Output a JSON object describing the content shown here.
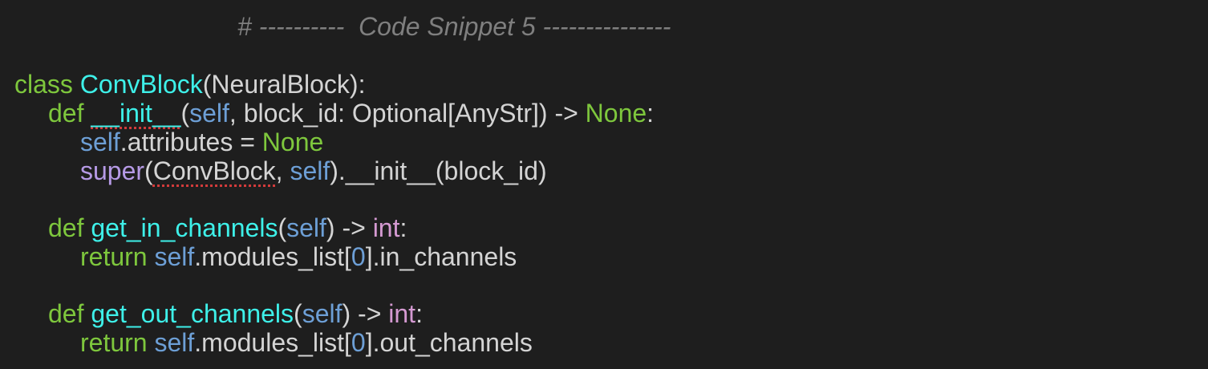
{
  "editor": {
    "comment": "# ----------  Code Snippet 5 ---------------",
    "class_line": {
      "keyword": "class",
      "name": "ConvBlock",
      "base": "(NeuralBlock):"
    },
    "init_def": {
      "keyword": "def",
      "name": "__init__",
      "open": "(",
      "self": "self",
      "params": ", block_id: Optional[AnyStr]) -> ",
      "return_type": "None",
      "colon": ":"
    },
    "init_body_1": {
      "self": "self",
      "rest": ".attributes = ",
      "value": "None"
    },
    "init_body_2": {
      "builtin": "super",
      "open": "(",
      "class_ref": "ConvBlock",
      "comma": ", ",
      "self": "self",
      "rest": ").__init__(block_id)"
    },
    "get_in_def": {
      "keyword": "def",
      "name": "get_in_channels",
      "open": "(",
      "self": "self",
      "arrow": ") -> ",
      "return_type": "int",
      "colon": ":"
    },
    "get_in_body": {
      "keyword": "return",
      "self": "self",
      "rest1": ".modules_list[",
      "index": "0",
      "rest2": "].in_channels"
    },
    "get_out_def": {
      "keyword": "def",
      "name": "get_out_channels",
      "open": "(",
      "self": "self",
      "arrow": ") -> ",
      "return_type": "int",
      "colon": ":"
    },
    "get_out_body": {
      "keyword": "return",
      "self": "self",
      "rest1": ".modules_list[",
      "index": "0",
      "rest2": "].out_channels"
    },
    "colors": {
      "background": "#1e1e1e",
      "keyword": "#7ec73d",
      "function_name": "#3ef0e9",
      "self": "#6d9fd6",
      "builtin": "#b69ae6",
      "type": "#d59ad2",
      "comment": "#7f7f7f",
      "text": "#d4d4d4",
      "error_squiggle": "#d23b3b"
    }
  }
}
